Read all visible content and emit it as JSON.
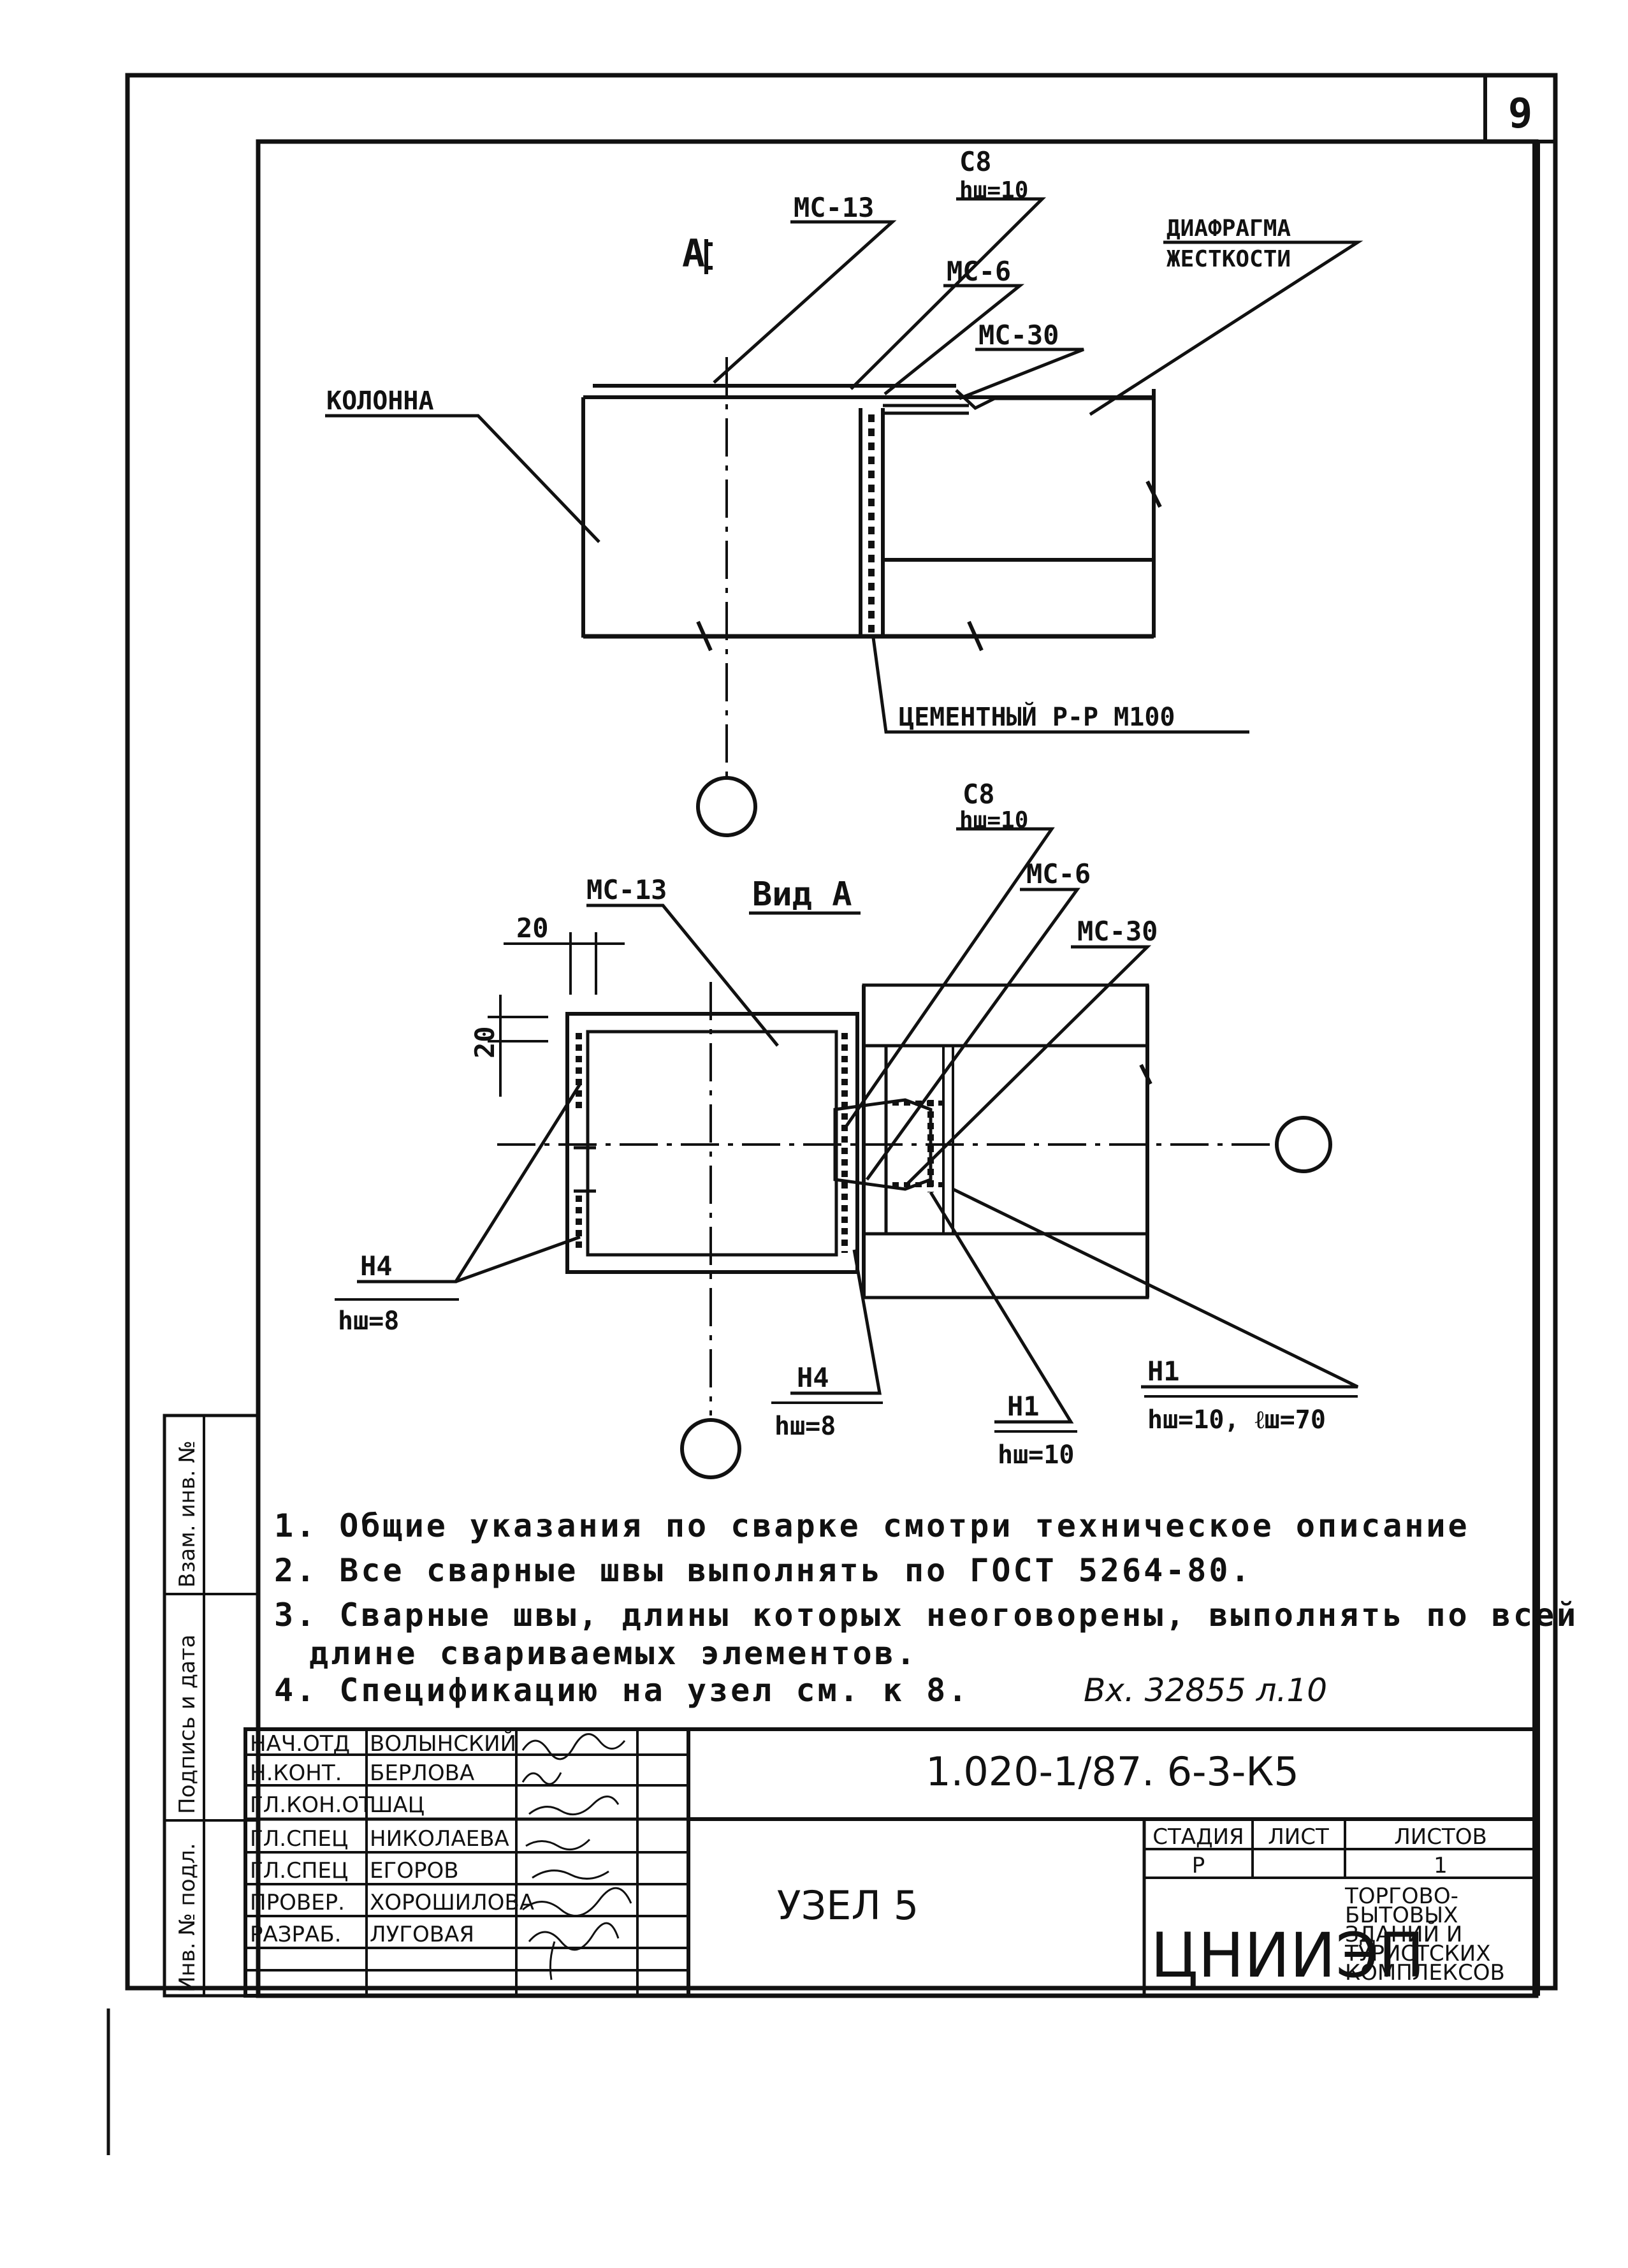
{
  "sheet": {
    "page_number": "9",
    "side_stamp": [
      "Инв. № подл.",
      "Подпись и дата",
      "Взам. инв. №"
    ]
  },
  "section": {
    "section_mark": "А",
    "labels": {
      "column": "КОЛОННА",
      "mc13": "МС-13",
      "c8": "С8",
      "hw10": "hш=10",
      "mc6": "МС-6",
      "mc30": "МС-30",
      "diaphragm_1": "ДИАФРАГМА",
      "diaphragm_2": "ЖЕСТКОСТИ",
      "cement": "ЦЕМЕНТНЫЙ Р-Р М100"
    }
  },
  "view_a": {
    "title": "Вид А",
    "labels": {
      "mc13": "МС-13",
      "c8": "С8",
      "hw10": "hш=10",
      "mc6": "МС-6",
      "mc30": "МС-30",
      "dim20_h": "20",
      "dim20_v": "20",
      "n4_left": "Н4",
      "hw8_left": "hш=8",
      "n4_mid": "Н4",
      "hw8_mid": "hш=8",
      "n1_a": "Н1",
      "hw10_b": "hш=10",
      "n1_b": "Н1",
      "hw_lw": "hш=10, ℓш=70"
    }
  },
  "notes": [
    "1. Общие указания по сварке смотри техническое описание",
    "2. Все сварные швы выполнять по ГОСТ 5264-80.",
    "3. Сварные швы, длины которых неоговорены, выполнять по всей",
    "длине свариваемых элементов.",
    "4. Спецификацию на узел см. к 8."
  ],
  "ref_note": "Вх. 32855 л.10",
  "title_block": {
    "doc_code": "1.020-1/87. 6-3-К5",
    "title": "УЗЕЛ 5",
    "roles": [
      {
        "role": "НАЧ.ОТД",
        "name": "ВОЛЫНСКИЙ"
      },
      {
        "role": "Н.КОНТ.",
        "name": "БЕРЛОВА"
      },
      {
        "role": "ГЛ.КОН.ОТ",
        "name": "ШАЦ"
      },
      {
        "role": "ГЛ.СПЕЦ",
        "name": "НИКОЛАЕВА"
      },
      {
        "role": "ГЛ.СПЕЦ",
        "name": "ЕГОРОВ"
      },
      {
        "role": "ПРОВЕР.",
        "name": "ХОРОШИЛОВА"
      },
      {
        "role": "РАЗРАБ.",
        "name": "ЛУГОВАЯ"
      }
    ],
    "stage_header": "СТАДИЯ",
    "sheet_header": "ЛИСТ",
    "sheets_header": "ЛИСТОВ",
    "stage": "Р",
    "sheet": "",
    "sheets": "1",
    "org": "ЦНИИЭП",
    "org_desc": [
      "ТОРГОВО-",
      "БЫТОВЫХ",
      "ЗДАНИЙ И",
      "ТУРИСТСКИХ",
      "КОМПЛЕКСОВ"
    ]
  }
}
